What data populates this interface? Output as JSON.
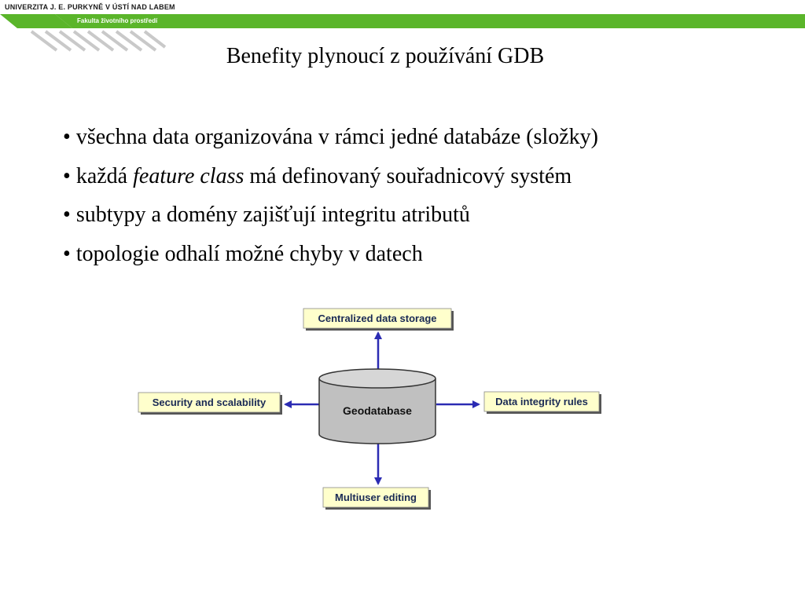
{
  "header": {
    "university": "UNIVERZITA J. E. PURKYNĚ V ÚSTÍ NAD LABEM",
    "faculty": "Fakulta životního prostředí",
    "accent_color": "#5ab52a"
  },
  "slide": {
    "title": "Benefity plynoucí z používání GDB",
    "bullets": [
      {
        "text": "všechna data organizována v rámci jedné databáze (složky)"
      },
      {
        "before": "každá ",
        "italic": "feature class",
        "after": " má definovaný souřadnicový systém"
      },
      {
        "text": "subtypy a domény zajišťují integritu atributů"
      },
      {
        "text": "topologie odhalí možné chyby v datech"
      }
    ]
  },
  "diagram": {
    "center": "Geodatabase",
    "top": "Centralized data storage",
    "left": "Security and scalability",
    "right": "Data integrity rules",
    "bottom": "Multiuser editing",
    "box_fill": "#ffffcc",
    "arrow_color": "#2b2bb3",
    "cylinder_fill": "#c0c0c0"
  }
}
